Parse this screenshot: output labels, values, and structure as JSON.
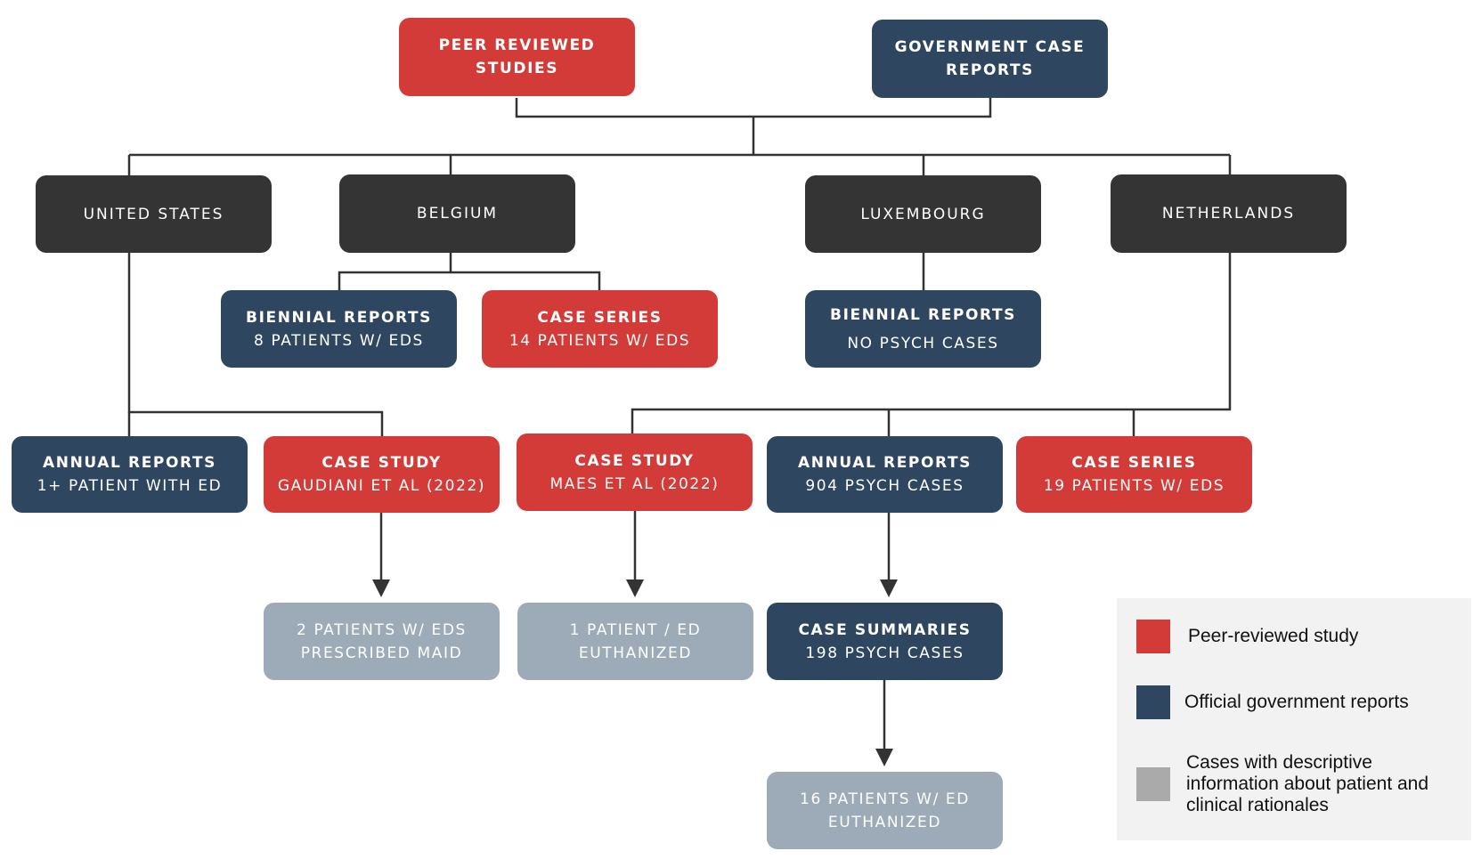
{
  "colors": {
    "peer_reviewed": "#d23b38",
    "government": "#2e465f",
    "country": "#343434",
    "cases": "#9cabb7",
    "legend_cases": "#aaaaaa",
    "connector": "#333333"
  },
  "sources": {
    "peer_reviewed": {
      "line1": "PEER REVIEWED",
      "line2": "STUDIES"
    },
    "government": {
      "line1": "GOVERNMENT CASE",
      "line2": "REPORTS"
    }
  },
  "countries": {
    "us": "UNITED STATES",
    "belgium": "BELGIUM",
    "luxembourg": "LUXEMBOURG",
    "netherlands": "NETHERLANDS"
  },
  "belgium": {
    "biennial": {
      "title": "BIENNIAL REPORTS",
      "detail": "8 PATIENTS W/ EDS"
    },
    "case_series": {
      "title": "CASE SERIES",
      "detail": "14 PATIENTS W/ EDS"
    }
  },
  "luxembourg": {
    "biennial": {
      "title": "BIENNIAL REPORTS",
      "detail": "NO PSYCH CASES"
    }
  },
  "us": {
    "annual": {
      "title": "ANNUAL REPORTS",
      "detail": "1+ PATIENT WITH ED"
    },
    "case_study": {
      "title": "CASE STUDY",
      "detail": "GAUDIANI ET AL (2022)"
    },
    "outcome": {
      "line1": "2 PATIENTS W/ EDS",
      "line2": "PRESCRIBED MAID"
    }
  },
  "netherlands": {
    "case_study": {
      "title": "CASE STUDY",
      "detail": "MAES ET AL (2022)"
    },
    "annual": {
      "title": "ANNUAL REPORTS",
      "detail": "904 PSYCH CASES"
    },
    "case_series": {
      "title": "CASE SERIES",
      "detail": "19 PATIENTS W/ EDS"
    },
    "case_outcome": {
      "line1": "1 PATIENT / ED",
      "line2": "EUTHANIZED"
    },
    "summaries": {
      "title": "CASE SUMMARIES",
      "detail": "198 PSYCH CASES"
    },
    "summary_outcome": {
      "line1": "16 PATIENTS W/ ED",
      "line2": "EUTHANIZED"
    }
  },
  "legend": {
    "peer_reviewed": "Peer-reviewed study",
    "government": "Official government reports",
    "cases": "Cases with descriptive information about patient and clinical rationales"
  }
}
